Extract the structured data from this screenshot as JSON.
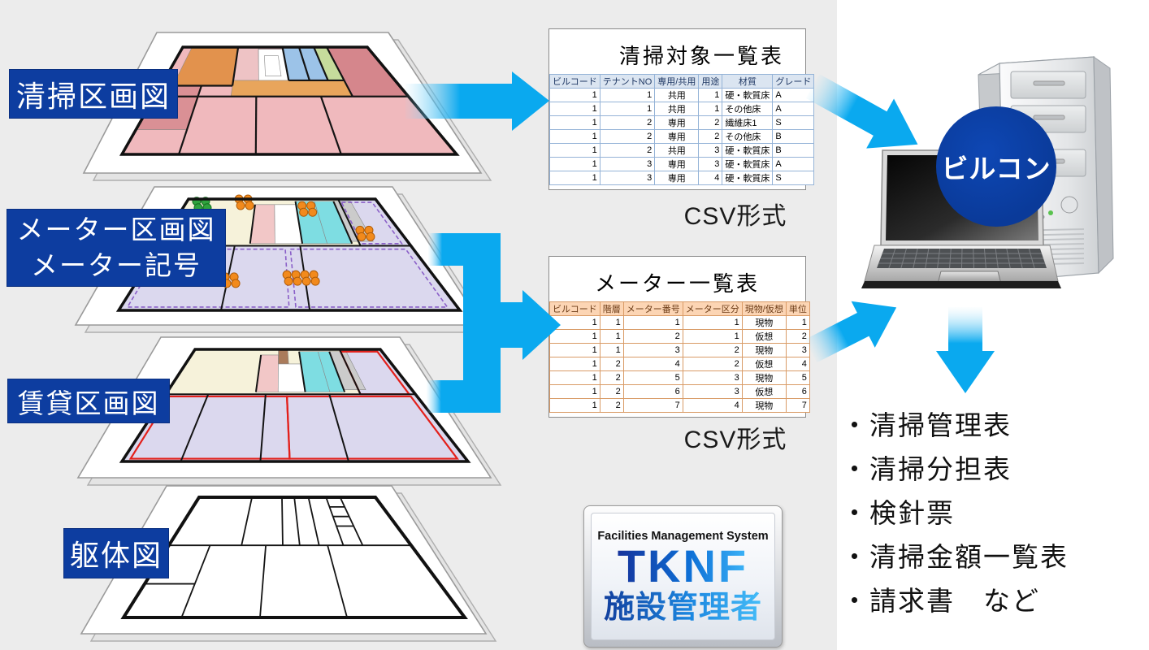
{
  "background": {
    "left_color": "#ececec",
    "right_color": "#ffffff"
  },
  "accent": {
    "label_blue": "#0d3da0",
    "arrow_blue": "#0aa9ef",
    "badge_blue": "#0a3a99"
  },
  "layer_labels": [
    {
      "id": "cleaning",
      "lines": [
        "清掃区画図"
      ]
    },
    {
      "id": "meter",
      "lines": [
        "メーター区画図",
        "メーター記号"
      ]
    },
    {
      "id": "rental",
      "lines": [
        "賃貸区画図"
      ]
    },
    {
      "id": "frame",
      "lines": [
        "躯体図"
      ]
    }
  ],
  "tables": [
    {
      "title": "清掃対象一覧表",
      "format_label": "CSV形式",
      "headers": [
        "ビルコード",
        "テナントNO",
        "専用/共用",
        "用途",
        "材質",
        "グレード"
      ],
      "rows": [
        [
          "1",
          "1",
          "共用",
          "1",
          "硬・軟質床",
          "A"
        ],
        [
          "1",
          "1",
          "共用",
          "1",
          "その他床",
          "A"
        ],
        [
          "1",
          "2",
          "専用",
          "2",
          "繊維床1",
          "S"
        ],
        [
          "1",
          "2",
          "専用",
          "2",
          "その他床",
          "B"
        ],
        [
          "1",
          "2",
          "共用",
          "3",
          "硬・軟質床",
          "B"
        ],
        [
          "1",
          "3",
          "専用",
          "3",
          "硬・軟質床",
          "A"
        ],
        [
          "1",
          "3",
          "専用",
          "4",
          "硬・軟質床",
          "S"
        ]
      ]
    },
    {
      "title": "メーター一覧表",
      "format_label": "CSV形式",
      "headers": [
        "ビルコード",
        "階層",
        "メーター番号",
        "メーター区分",
        "現物/仮想",
        "単位"
      ],
      "rows": [
        [
          "1",
          "1",
          "1",
          "1",
          "現物",
          "1"
        ],
        [
          "1",
          "1",
          "2",
          "1",
          "仮想",
          "2"
        ],
        [
          "1",
          "1",
          "3",
          "2",
          "現物",
          "3"
        ],
        [
          "1",
          "2",
          "4",
          "2",
          "仮想",
          "4"
        ],
        [
          "1",
          "2",
          "5",
          "3",
          "現物",
          "5"
        ],
        [
          "1",
          "2",
          "6",
          "3",
          "仮想",
          "6"
        ],
        [
          "1",
          "2",
          "7",
          "4",
          "現物",
          "7"
        ]
      ]
    }
  ],
  "logo": {
    "system_label": "Facilities Management System",
    "brand": "TKNF",
    "subtitle": "施設管理者"
  },
  "badge": {
    "label": "ビルコン"
  },
  "outputs": [
    "・清掃管理表",
    "・清掃分担表",
    "・検針票",
    "・清掃金額一覧表",
    "・請求書　など"
  ]
}
